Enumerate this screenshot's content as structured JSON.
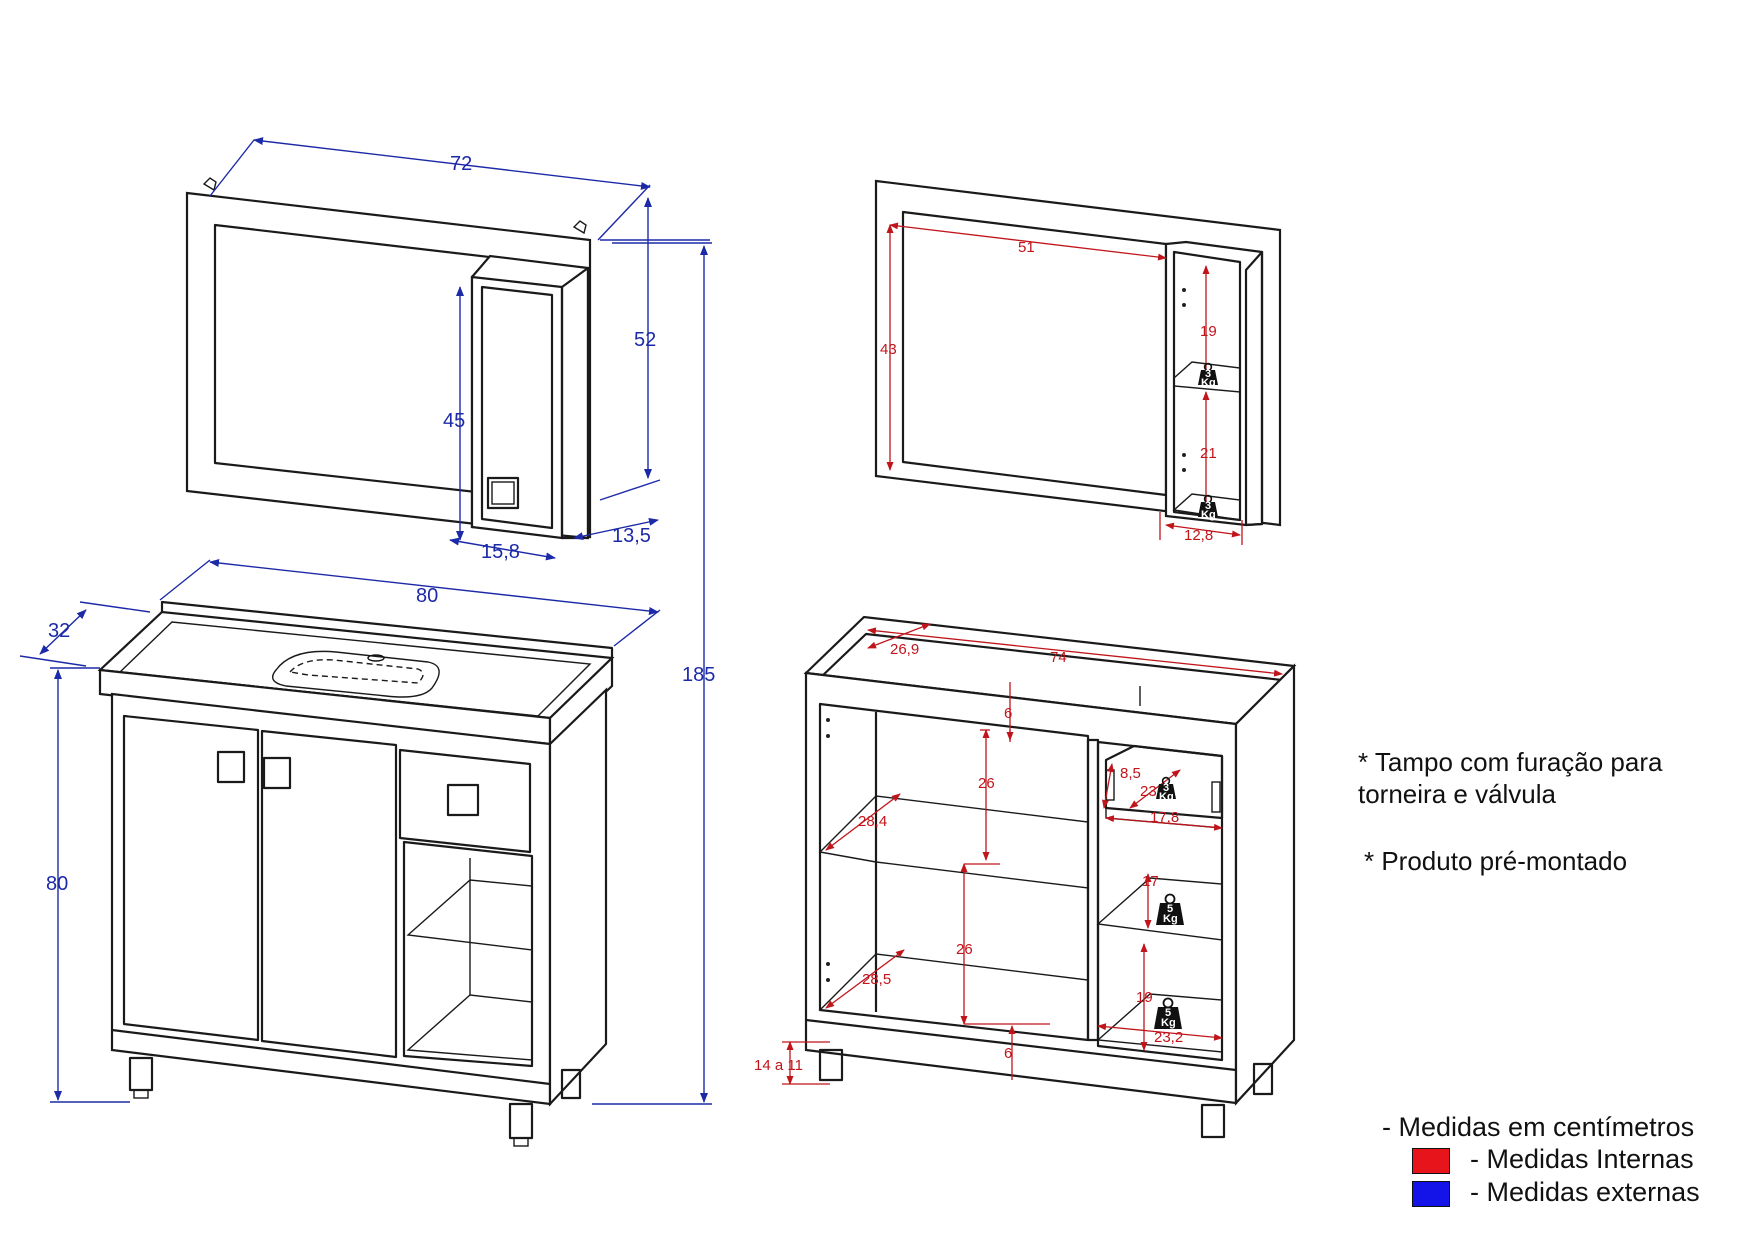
{
  "notes": {
    "line1": "* Tampo com furação para",
    "line2": "torneira e válvula",
    "line3": "* Produto pré-montado"
  },
  "legend": {
    "units": "- Medidas em centímetros",
    "internal_label": "- Medidas Internas",
    "external_label": "- Medidas externas",
    "internal_color": "#e8141b",
    "external_color": "#1414e8"
  },
  "external_dims": {
    "mirror_width": "72",
    "mirror_height": "52",
    "cabinet_height": "45",
    "cabinet_width": "15,8",
    "cabinet_depth": "13,5",
    "base_width": "80",
    "base_depth": "32",
    "base_height": "80",
    "total_height": "185"
  },
  "internal_dims": {
    "mirror_inner_width": "51",
    "mirror_inner_height": "43",
    "shelf_upper": "19",
    "shelf_lower": "21",
    "cabinet_inner_width": "12,8",
    "base_inner_width": "74",
    "base_left_width": "26,9",
    "top_gap": "6",
    "upper_compartment": "26",
    "lower_compartment": "26",
    "upper_shelf_depth": "28,4",
    "lower_shelf_depth": "28,5",
    "drawer_height": "8,5",
    "drawer_depth": "23",
    "drawer_width": "17,8",
    "right_middle": "17",
    "right_bottom": "19",
    "right_shelf_depth": "23,2",
    "bottom_gap": "6",
    "leg_height": "14 a 11"
  },
  "weights": {
    "three_kg_num": "3",
    "five_kg_num": "5",
    "unit": "Kg"
  },
  "icons": [
    "weight-icon"
  ]
}
